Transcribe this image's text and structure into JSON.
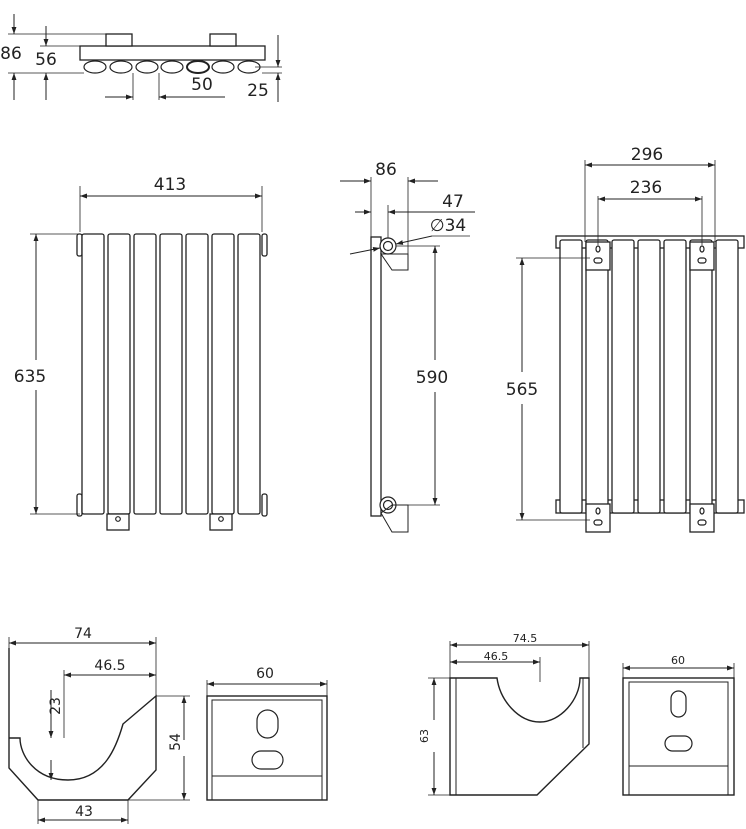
{
  "dimensions": {
    "top_view": {
      "total_depth": "86",
      "inner_depth": "56",
      "pitch": "50",
      "offset": "25"
    },
    "front_view": {
      "width": "413",
      "height": "635"
    },
    "side_view": {
      "depth": "86",
      "offset": "47",
      "pipe_diameter": "∅34",
      "pipe_centers": "590"
    },
    "back_view": {
      "outer_bracket_spacing": "296",
      "inner_bracket_spacing": "236",
      "bracket_height": "565"
    },
    "bracket_left_side": {
      "width": "74",
      "inner_width": "46.5",
      "depth": "23",
      "height": "54",
      "base": "43"
    },
    "bracket_left_front": {
      "width": "60"
    },
    "bracket_right_side": {
      "width": "74.5",
      "inner_width": "46.5",
      "height": "63"
    },
    "bracket_right_front": {
      "width": "60"
    }
  },
  "colors": {
    "line": "#222222",
    "background": "#ffffff"
  }
}
